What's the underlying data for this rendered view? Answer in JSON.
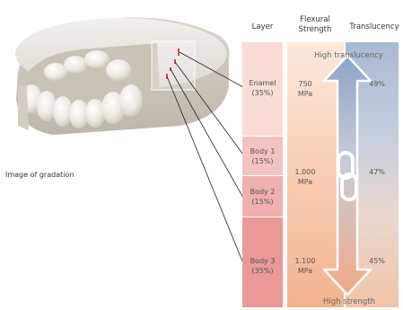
{
  "headers": {
    "layer": "Layer",
    "strength_line1": "Flexural",
    "strength_line2": "Strength",
    "translucency": "Translucency"
  },
  "layers": [
    {
      "name": "Enamel",
      "pct": "(35%)",
      "strength_value": "750",
      "strength_unit": "MPa",
      "translucency": "49%",
      "color": "#f9dcd8"
    },
    {
      "name": "Body 1",
      "pct": "(15%)",
      "color": "#f3c3c1"
    },
    {
      "name": "Body 2",
      "pct": "(15%)",
      "strength_value": "1.000",
      "strength_unit": "MPa",
      "translucency": "47%",
      "color": "#efb0ae"
    },
    {
      "name": "Body 3",
      "pct": "(35%)",
      "strength_value": "1.100",
      "strength_unit": "MPa",
      "translucency": "45%",
      "color": "#ea9996"
    }
  ],
  "arrow": {
    "top_label": "High translucency",
    "bottom_label": "High strength"
  },
  "caption": "Image of gradation"
}
